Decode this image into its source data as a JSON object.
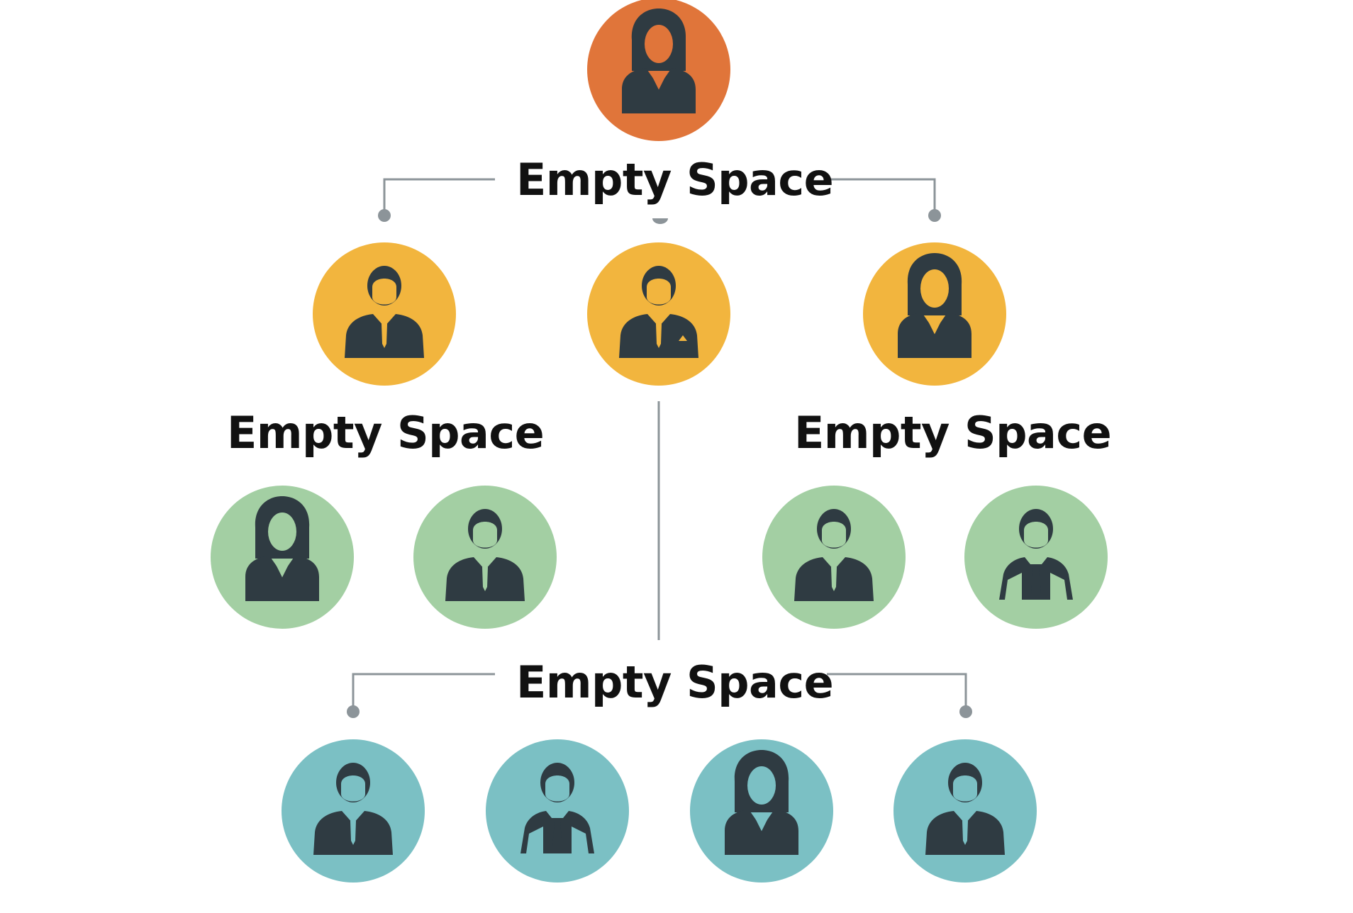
{
  "colors": {
    "level1": "#E0753A",
    "level2": "#F2B53E",
    "level3": "#A3CFA3",
    "level4": "#7BC0C4",
    "figure": "#2F3B42",
    "connector": "#8C9499",
    "text": "#111111"
  },
  "labels": {
    "top": "Empty Space",
    "left": "Empty Space",
    "right": "Empty Space",
    "bottom": "Empty Space"
  },
  "nodes": [
    {
      "level": 1,
      "icon": "woman-icon"
    },
    {
      "level": 2,
      "icon": "man-icon"
    },
    {
      "level": 2,
      "icon": "man-suit-icon"
    },
    {
      "level": 2,
      "icon": "woman-icon"
    },
    {
      "level": 3,
      "icon": "woman-icon"
    },
    {
      "level": 3,
      "icon": "man-icon"
    },
    {
      "level": 3,
      "icon": "man-icon"
    },
    {
      "level": 3,
      "icon": "man-lab-coat-icon"
    },
    {
      "level": 4,
      "icon": "man-icon"
    },
    {
      "level": 4,
      "icon": "man-lab-coat-icon"
    },
    {
      "level": 4,
      "icon": "woman-icon"
    },
    {
      "level": 4,
      "icon": "man-icon"
    }
  ]
}
